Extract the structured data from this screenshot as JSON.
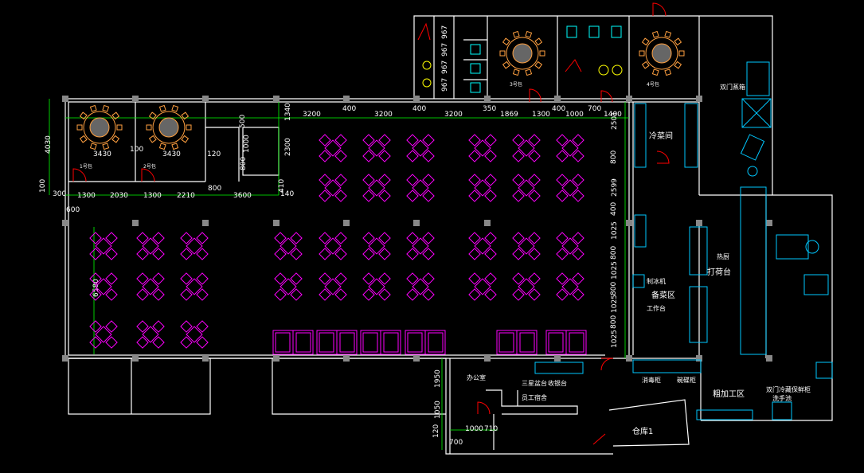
{
  "dimensions": {
    "top": [
      "3200",
      "400",
      "3200",
      "400",
      "3200",
      "350",
      "1869",
      "1300",
      "400",
      "1000",
      "700",
      "1400"
    ],
    "private_rooms": [
      "3430",
      "100",
      "3430",
      "120"
    ],
    "bottom_row": [
      "300",
      "1300",
      "2030",
      "1300",
      "2210",
      "800",
      "3600",
      "140"
    ],
    "misc": [
      "4030",
      "100",
      "1340",
      "2300",
      "500",
      "1000",
      "800",
      "410",
      "600"
    ],
    "right_vertical": [
      "2501",
      "800",
      "2599",
      "400",
      "1025",
      "800",
      "1025",
      "800",
      "1025",
      "800",
      "1025"
    ],
    "hall_height": "6580",
    "restrooms": [
      "967",
      "967",
      "967",
      "967"
    ],
    "bottom": [
      "1950",
      "1050",
      "120",
      "1000",
      "710",
      "700"
    ]
  },
  "room_labels": {
    "kitchen_hot": "热厨",
    "dispatch_counter": "打荷台",
    "prep_area": "备菜区",
    "ice_machine": "制冰机",
    "work_table": "工作台",
    "cold_room": "冷菜间",
    "office": "办公室",
    "rough_processing": "粗加工区",
    "warehouse": "仓库1",
    "double_sink": "双门蒸箱",
    "sterilizer": "消毒柜",
    "cashier": "收银台",
    "three_sink": "三星盆台",
    "double_fridge": "双门冷藏保鲜柜",
    "hand_sink": "洗手池",
    "dish_cabinet": "碗碟柜",
    "staff_room": "员工宿舍",
    "room_1": "1号包",
    "room_2": "2号包",
    "room_3": "3号包",
    "room_4": "4号包"
  },
  "colors": {
    "wall": "#ffffff",
    "dimension": "#00ff00",
    "furniture": "#ff00ff",
    "fixture": "#00ffff",
    "door": "#ff0000",
    "column": "#888888",
    "round_table": "#ffa040",
    "kitchen": "#00a0ff"
  }
}
